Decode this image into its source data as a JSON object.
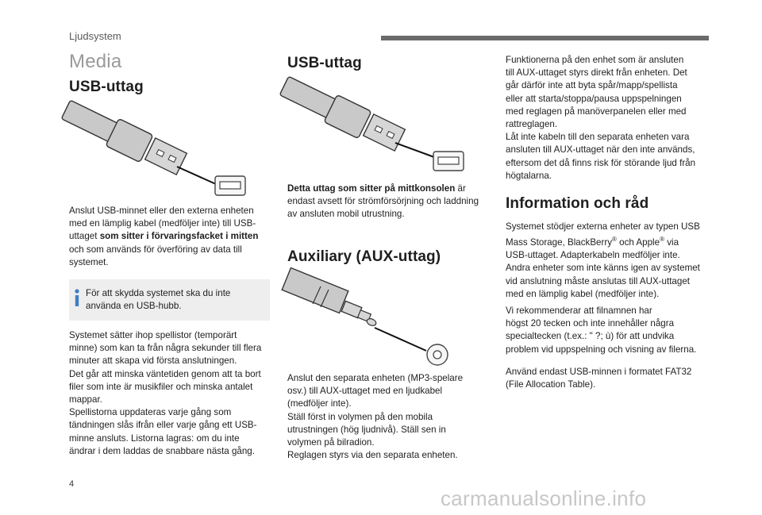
{
  "header": {
    "section_label": "Ljudsystem",
    "page_title": "Media"
  },
  "col1": {
    "heading": "USB-uttag",
    "para1_a": "Anslut USB-minnet eller den externa enheten\nmed en lämplig kabel (medföljer inte) till USB-\nuttaget ",
    "para1_bold": "som sitter i förvaringsfacket i mitten",
    "para1_b": "\noch som används för överföring av data till\nsystemet.",
    "note": "För att skydda systemet ska du inte\nanvända en USB-hubb.",
    "para2": "Systemet sätter ihop spellistor (temporärt\nminne) som kan ta från några sekunder till flera\nminuter att skapa vid första anslutningen.\nDet går att minska väntetiden genom att ta bort\nfiler som inte är musikfiler och minska antalet\nmappar.\nSpellistorna uppdateras varje gång som\ntändningen slås ifrån eller varje gång ett USB-\nminne ansluts. Listorna lagras: om du inte\nändrar i dem laddas de snabbare nästa gång."
  },
  "col2": {
    "heading_usb": "USB-uttag",
    "usb_bold": "Detta uttag som sitter på mittkonsolen",
    "usb_rest": " är\nendast avsett för strömförsörjning och laddning\nav ansluten mobil utrustning.",
    "heading_aux": "Auxiliary (AUX-uttag)",
    "aux_text": "Anslut den separata enheten (MP3-spelare\nosv.) till AUX-uttaget med en ljudkabel\n(medföljer inte).\nStäll först in volymen på den mobila\nutrustningen (hög ljudnivå). Ställ sen in\nvolymen på bilradion.\nReglagen styrs via den separata enheten."
  },
  "col3": {
    "para1": "Funktionerna på den enhet som är ansluten\ntill AUX-uttaget styrs direkt från enheten. Det\ngår därför inte att byta spår/mapp/spellista\neller att starta/stoppa/pausa uppspelningen\nmed reglagen på manöverpanelen eller med\nrattreglagen.\nLåt inte kabeln till den separata enheten vara\nansluten till AUX-uttaget när den inte används,\neftersom det då finns risk för störande ljud från\nhögtalarna.",
    "heading": "Information och råd",
    "info_a": "Systemet stödjer externa enheter av typen USB\nMass Storage, BlackBerry",
    "reg": "®",
    "info_b": " och Apple",
    "info_c": " via\nUSB-uttaget. Adapterkabeln medföljer inte.\nAndra enheter som inte känns igen av systemet\nvid anslutning måste anslutas till AUX-uttaget\nmed en lämplig kabel (medföljer inte).",
    "para3": "Vi rekommenderar att filnamnen har\nhögst 20 tecken och inte innehåller några\nspecialtecken (t.ex.: \" ?; ù) för att undvika\nproblem vid uppspelning och visning av filerna.",
    "para4": "Använd endast USB-minnen i formatet FAT32\n(File Allocation Table)."
  },
  "footer": {
    "page_number": "4",
    "watermark": "carmanualsonline.info"
  },
  "colors": {
    "accent_info": "#3f7fc4",
    "rule": "#6b6b6b",
    "title_gray": "#9a9a9a"
  }
}
